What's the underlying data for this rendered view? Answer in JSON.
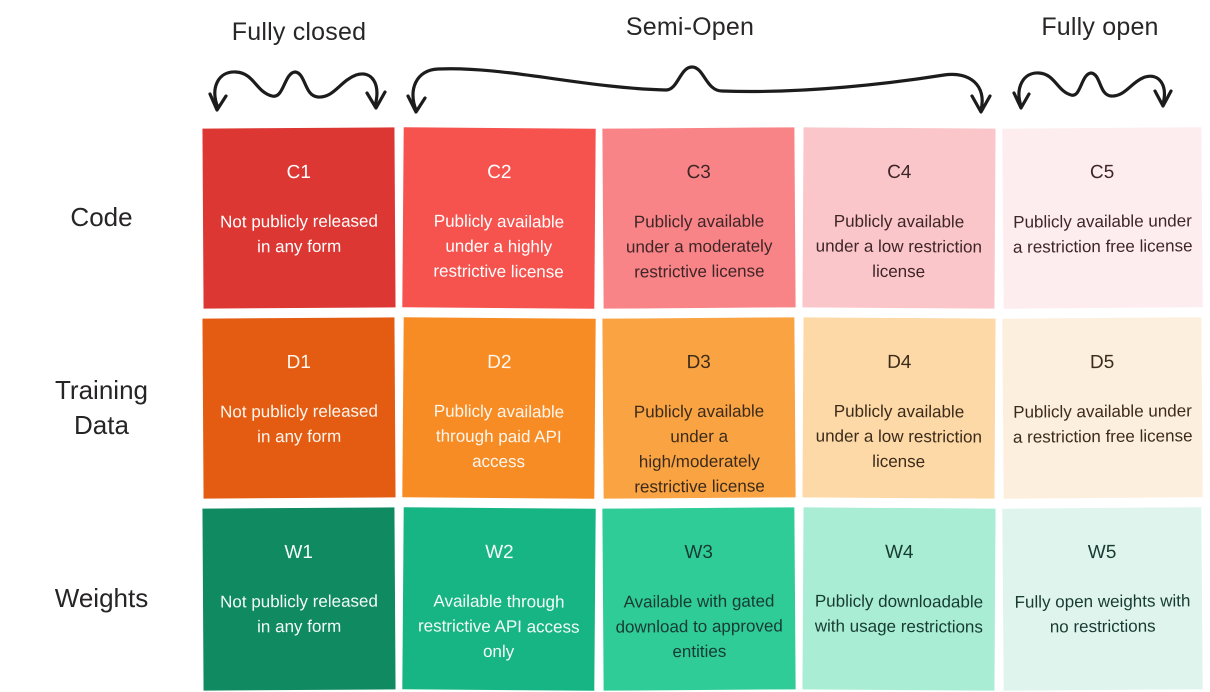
{
  "headers": [
    {
      "label": "Fully closed"
    },
    {
      "label": "Semi-Open"
    },
    {
      "label": "Fully open"
    }
  ],
  "arrow_color": "#1c1c1c",
  "rows": [
    {
      "label": "Code",
      "cells": [
        {
          "id": "C1",
          "desc": "Not publicly released in any form",
          "bg": "#dc3733",
          "fg": "#ffffff"
        },
        {
          "id": "C2",
          "desc": "Publicly available under a highly restrictive license",
          "bg": "#f6534f",
          "fg": "#ffffff"
        },
        {
          "id": "C3",
          "desc": "Publicly available under a moderately restrictive license",
          "bg": "#f98487",
          "fg": "#3e2527"
        },
        {
          "id": "C4",
          "desc": "Publicly available under a low restriction license",
          "bg": "#fbc6ca",
          "fg": "#3e2527"
        },
        {
          "id": "C5",
          "desc": "Publicly available under a restriction free license",
          "bg": "#fdedef",
          "fg": "#3e2527"
        }
      ]
    },
    {
      "label": "Training Data",
      "cells": [
        {
          "id": "D1",
          "desc": "Not publicly released in any form",
          "bg": "#e45c12",
          "fg": "#fdf6ee"
        },
        {
          "id": "D2",
          "desc": "Publicly available through paid API access",
          "bg": "#f78c24",
          "fg": "#fdf6ee"
        },
        {
          "id": "D3",
          "desc": "Publicly available under a high/moderately restrictive license",
          "bg": "#f9a342",
          "fg": "#3c2b1a"
        },
        {
          "id": "D4",
          "desc": "Publicly available under a low restriction license",
          "bg": "#fcd9a6",
          "fg": "#3c2b1a"
        },
        {
          "id": "D5",
          "desc": "Publicly available under a restriction free license",
          "bg": "#fcefdd",
          "fg": "#3c2b1a"
        }
      ]
    },
    {
      "label": "Weights",
      "cells": [
        {
          "id": "W1",
          "desc": "Not publicly released in any form",
          "bg": "#108a60",
          "fg": "#f4fbf8"
        },
        {
          "id": "W2",
          "desc": "Available through restrictive API access only",
          "bg": "#17b583",
          "fg": "#f4fbf8"
        },
        {
          "id": "W3",
          "desc": "Available with gated download to approved entities",
          "bg": "#2fcc97",
          "fg": "#173b31"
        },
        {
          "id": "W4",
          "desc": "Publicly downloadable with usage restrictions",
          "bg": "#a9edd5",
          "fg": "#173b31"
        },
        {
          "id": "W5",
          "desc": "Fully open weights with no restrictions",
          "bg": "#def4ec",
          "fg": "#173b31"
        }
      ]
    }
  ]
}
